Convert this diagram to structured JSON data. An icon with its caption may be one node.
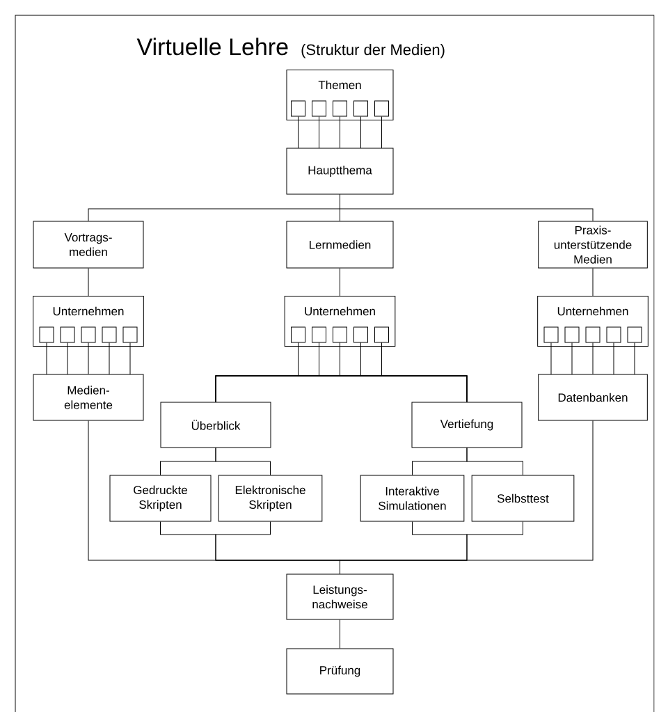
{
  "diagram": {
    "title": "Virtuelle Lehre",
    "nodes": [
      {
        "text": [
          "Themen"
        ]
      },
      {
        "text": [],
        "shape": "box",
        "in": 0
      },
      {
        "text": [],
        "shape": "box",
        "in": 0
      },
      {
        "text": [],
        "shape": "box",
        "in": 0
      },
      {
        "text": [],
        "shape": "box",
        "in": 0
      },
      {
        "text": [],
        "shape": "box",
        "in": 0
      },
      {
        "text": [
          "Hauptthema"
        ]
      },
      {
        "text": [
          "Vortrags- medien"
        ]
      },
      {
        "text": [
          "Lernmedien"
        ]
      },
      {
        "text": [
          "Praxis- unterstützende Medien"
        ]
      },
      {
        "text": [
          "Unternehmen"
        ]
      },
      {
        "text": [],
        "shape": "box",
        "in": 10
      },
      {
        "text": [],
        "shape": "box",
        "in": 10
      },
      {
        "text": [],
        "shape": "box",
        "in": 10
      },
      {
        "text": [],
        "shape": "box",
        "in": 10
      },
      {
        "text": [],
        "shape": "box",
        "in": 10
      },
      {
        "text": [
          "Unternehmen"
        ]
      },
      {
        "text": [],
        "shape": "box",
        "in": 16
      },
      {
        "text": [],
        "shape": "box",
        "in": 16
      },
      {
        "text": [],
        "shape": "box",
        "in": 16
      },
      {
        "text": [],
        "shape": "box",
        "in": 16
      },
      {
        "text": [],
        "shape": "box",
        "in": 16
      },
      {
        "text": [
          "Unternehmen"
        ]
      },
      {
        "text": [],
        "shape": "box",
        "in": 22
      },
      {
        "text": [],
        "shape": "box",
        "in": 22
      },
      {
        "text": [],
        "shape": "box",
        "in": 22
      },
      {
        "text": [],
        "shape": "box",
        "in": 22
      },
      {
        "text": [],
        "shape": "box",
        "in": 22
      },
      {
        "text": [
          "Medien- elemente"
        ]
      },
      {
        "text": [
          "Überblick"
        ]
      },
      {
        "text": [
          "Vertiefung"
        ]
      },
      {
        "text": [
          "Datenbanken"
        ]
      },
      {
        "text": [
          "Gedruckte Skripten"
        ]
      },
      {
        "text": [
          "Elektronische Skripten"
        ]
      },
      {
        "text": [
          "Interaktive Simulationen"
        ]
      },
      {
        "text": [
          "Selbsttest"
        ]
      },
      {
        "text": [
          "Leistungs- nachweise"
        ]
      },
      {
        "text": [
          "Prüfung"
        ]
      }
    ],
    "edges": [
      {
        "from": 1,
        "to": 6,
        "arrow": "none"
      },
      {
        "from": 2,
        "to": 6,
        "arrow": "none"
      },
      {
        "from": 3,
        "to": 6,
        "arrow": "none"
      },
      {
        "from": 4,
        "to": 6,
        "arrow": "none"
      },
      {
        "from": 5,
        "to": 6,
        "arrow": "none"
      },
      {
        "from": 6,
        "to": 7,
        "arrow": "none"
      },
      {
        "from": 6,
        "to": 8,
        "arrow": "none"
      },
      {
        "from": 6,
        "to": 9,
        "arrow": "none"
      },
      {
        "from": 7,
        "to": 10,
        "arrow": "none"
      },
      {
        "from": 8,
        "to": 16,
        "arrow": "none"
      },
      {
        "from": 9,
        "to": 22,
        "arrow": "none"
      },
      {
        "from": 11,
        "to": 28,
        "arrow": "none"
      },
      {
        "from": 12,
        "to": 28,
        "arrow": "none"
      },
      {
        "from": 13,
        "to": 28,
        "arrow": "none"
      },
      {
        "from": 14,
        "to": 28,
        "arrow": "none"
      },
      {
        "from": 15,
        "to": 28,
        "arrow": "none"
      },
      {
        "from": 17,
        "to": 29,
        "arrow": "none"
      },
      {
        "from": 18,
        "to": 29,
        "arrow": "none"
      },
      {
        "from": 19,
        "to": 29,
        "arrow": "none"
      },
      {
        "from": 20,
        "to": 29,
        "arrow": "none"
      },
      {
        "from": 21,
        "to": 29,
        "arrow": "none"
      },
      {
        "from": 17,
        "to": 30,
        "arrow": "none"
      },
      {
        "from": 18,
        "to": 30,
        "arrow": "none"
      },
      {
        "from": 19,
        "to": 30,
        "arrow": "none"
      },
      {
        "from": 20,
        "to": 30,
        "arrow": "none"
      },
      {
        "from": 21,
        "to": 30,
        "arrow": "none"
      },
      {
        "from": 23,
        "to": 31,
        "arrow": "none"
      },
      {
        "from": 24,
        "to": 31,
        "arrow": "none"
      },
      {
        "from": 25,
        "to": 31,
        "arrow": "none"
      },
      {
        "from": 26,
        "to": 31,
        "arrow": "none"
      },
      {
        "from": 27,
        "to": 31,
        "arrow": "none"
      },
      {
        "from": 29,
        "to": 32,
        "arrow": "none"
      },
      {
        "from": 29,
        "to": 33,
        "arrow": "none"
      },
      {
        "from": 30,
        "to": 34,
        "arrow": "none"
      },
      {
        "from": 30,
        "to": 35,
        "arrow": "none"
      },
      {
        "from": 28,
        "to": 36,
        "arrow": "none"
      },
      {
        "from": 32,
        "to": 36,
        "arrow": "none"
      },
      {
        "from": 33,
        "to": 36,
        "arrow": "none"
      },
      {
        "from": 34,
        "to": 36,
        "arrow": "none"
      },
      {
        "from": 35,
        "to": 36,
        "arrow": "none"
      },
      {
        "from": 31,
        "to": 36,
        "arrow": "none"
      },
      {
        "from": 36,
        "to": 37,
        "arrow": "none"
      }
    ],
    "labels": [
      "(Struktur der Medien)"
    ]
  }
}
